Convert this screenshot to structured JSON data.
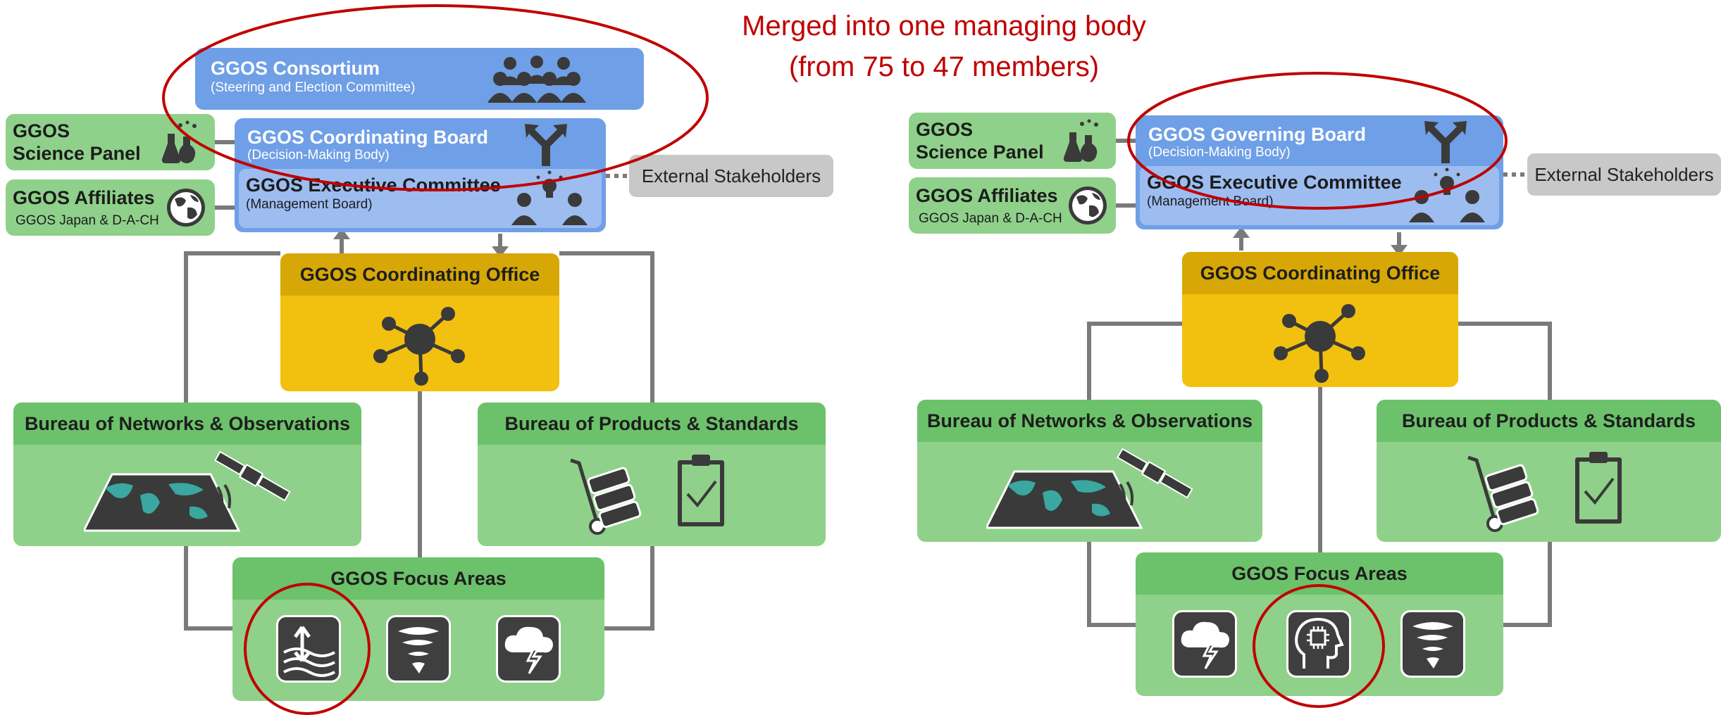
{
  "annotation": {
    "line1": "Merged into one managing body",
    "line2": "(from 75 to 47 members)",
    "color": "#c00000"
  },
  "left": {
    "consortium": {
      "title": "GGOS Consortium",
      "subtitle": "(Steering and Election Committee)"
    },
    "science_panel": {
      "title_line1": "GGOS",
      "title_line2": "Science Panel"
    },
    "affiliates": {
      "title": "GGOS Affiliates",
      "subtitle": "GGOS Japan & D-A-CH"
    },
    "board": {
      "title": "GGOS Coordinating Board",
      "subtitle": "(Decision-Making Body)"
    },
    "executive": {
      "title": "GGOS Executive Committee",
      "subtitle": "(Management Board)"
    },
    "external": "External Stakeholders",
    "office": "GGOS Coordinating Office",
    "bureau_networks": "Bureau of Networks & Observations",
    "bureau_products": "Bureau of Products & Standards",
    "focus_areas": "GGOS Focus Areas",
    "focus_icons": [
      "sea-level-icon",
      "tornado-icon",
      "storm-cloud-icon"
    ]
  },
  "right": {
    "science_panel": {
      "title_line1": "GGOS",
      "title_line2": "Science Panel"
    },
    "affiliates": {
      "title": "GGOS Affiliates",
      "subtitle": "GGOS Japan & D-A-CH"
    },
    "board": {
      "title": "GGOS Governing Board",
      "subtitle": "(Decision-Making Body)"
    },
    "executive": {
      "title": "GGOS Executive Committee",
      "subtitle": "(Management Board)"
    },
    "external": "External Stakeholders",
    "office": "GGOS Coordinating Office",
    "bureau_networks": "Bureau of Networks & Observations",
    "bureau_products": "Bureau of Products & Standards",
    "focus_areas": "GGOS Focus Areas",
    "focus_icons": [
      "storm-cloud-icon",
      "ai-head-icon",
      "tornado-icon"
    ]
  },
  "colors": {
    "blue": "#6f9fe6",
    "green": "#8fd18a",
    "yellow": "#f2c00e",
    "gray": "#7a7a7a"
  }
}
